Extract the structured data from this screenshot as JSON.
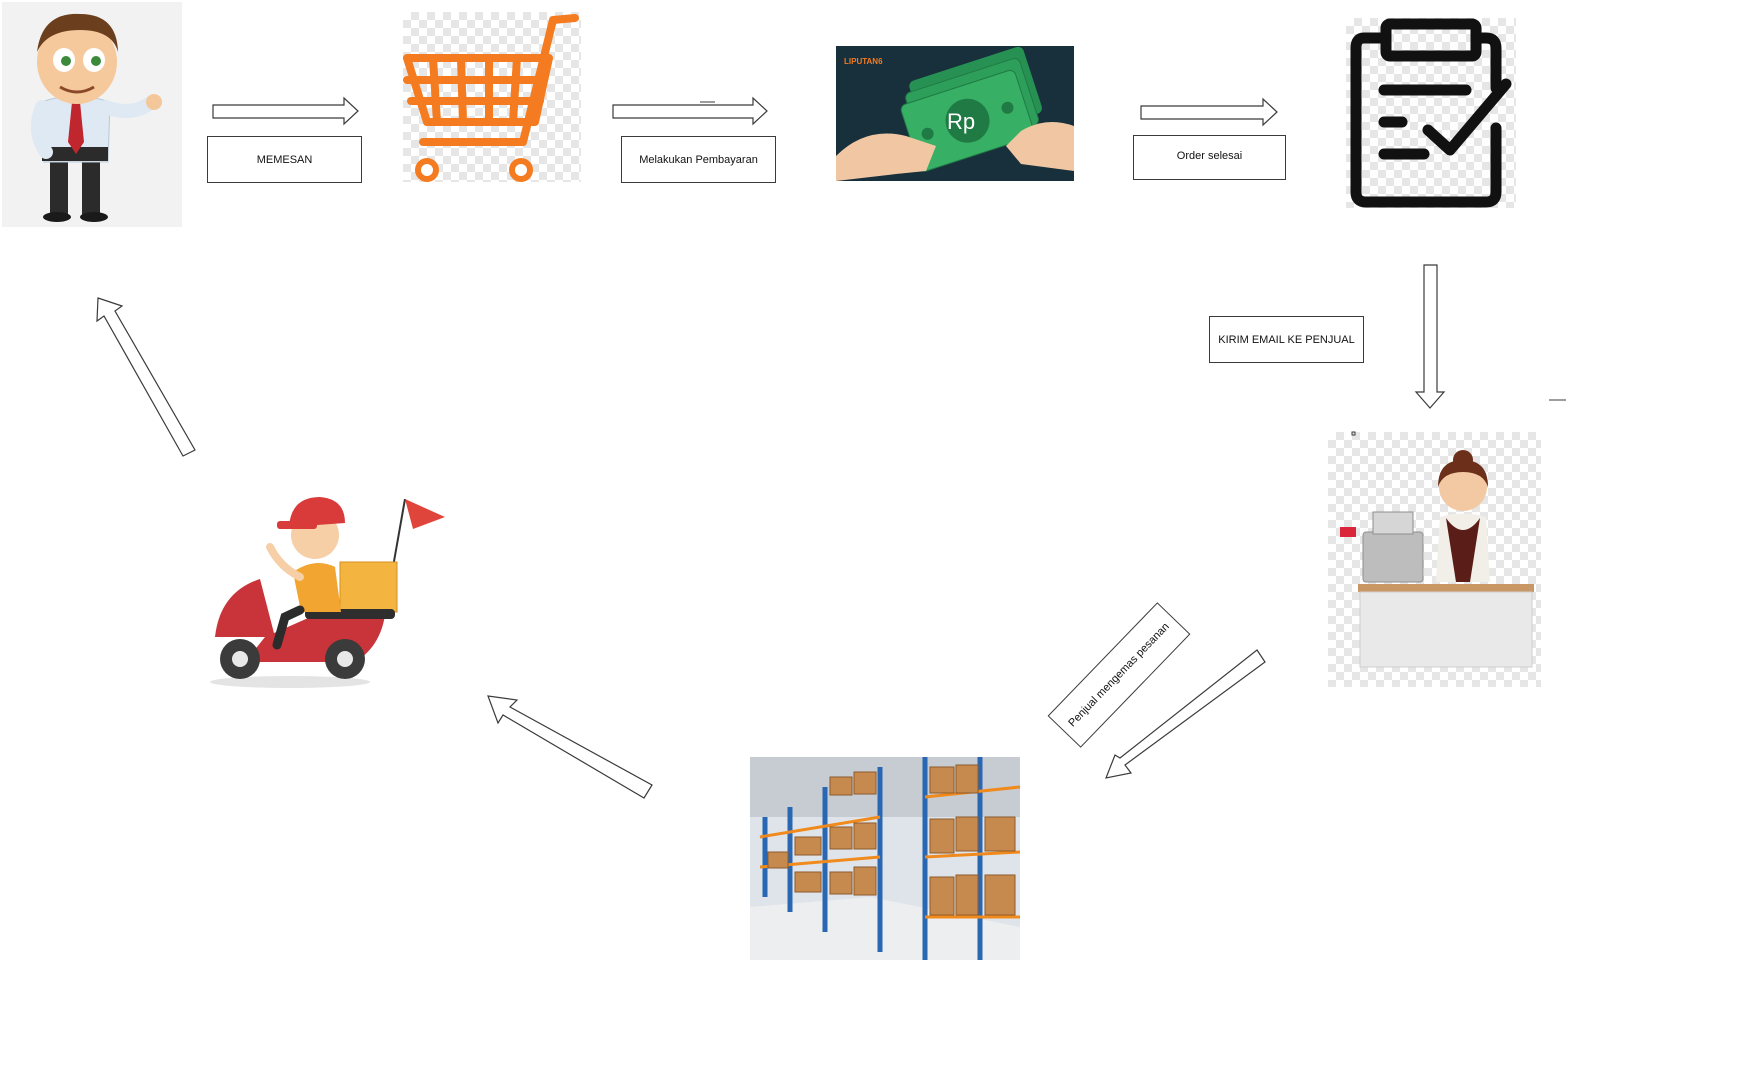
{
  "diagram": {
    "steps": {
      "customer": {
        "icon": "businessman-icon"
      },
      "cart": {
        "icon": "shopping-cart-icon"
      },
      "payment": {
        "icon": "money-payment-icon",
        "brand": "LIPUTAN6",
        "currency": "Rp"
      },
      "order_done": {
        "icon": "clipboard-check-icon"
      },
      "seller": {
        "icon": "cashier-icon"
      },
      "warehouse": {
        "icon": "warehouse-icon"
      },
      "courier": {
        "icon": "delivery-scooter-icon"
      }
    },
    "labels": {
      "memesan": "MEMESAN",
      "pembayaran": "Melakukan Pembayaran",
      "order_selesai": "Order selesai",
      "kirim_email": "KIRIM EMAIL KE PENJUAL",
      "mengemas": "Penjual mengemas pesanan"
    },
    "colors": {
      "cart_orange": "#f47b20",
      "money_bg": "#17303c",
      "money_green": "#2e9e5b",
      "scooter_red": "#c9343a",
      "rack_blue": "#2a67b3",
      "box_brown": "#c68a4e"
    }
  }
}
